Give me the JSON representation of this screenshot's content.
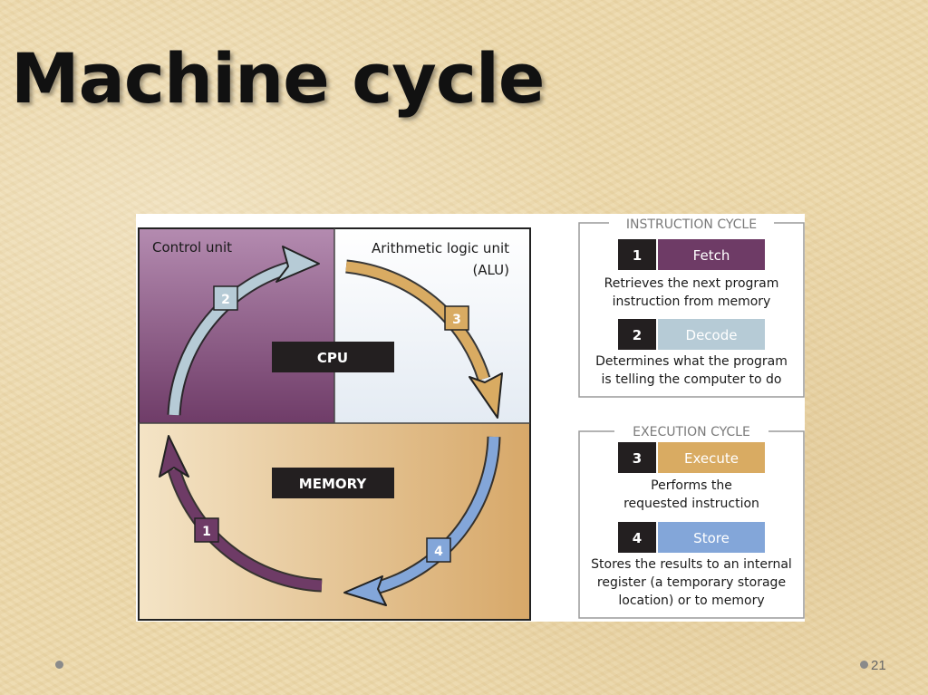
{
  "slide": {
    "title": "Machine cycle",
    "page_number": "21"
  },
  "diagram": {
    "control_unit_label": "Control unit",
    "alu_label_line1": "Arithmetic logic unit",
    "alu_label_line2": "(ALU)",
    "cpu_label": "CPU",
    "memory_label": "MEMORY",
    "step_badges": [
      "1",
      "2",
      "3",
      "4"
    ],
    "colors": {
      "fetch": "#6e3b66",
      "decode": "#b6cbd6",
      "execute": "#d9ab62",
      "store": "#83a6d9",
      "control_bg": "#8e5a87",
      "alu_bg": "#eef3f8",
      "memory_bg": "#e3c08c",
      "label_box": "#231f20"
    }
  },
  "legend": {
    "instruction_cycle": {
      "heading": "INSTRUCTION CYCLE",
      "steps": [
        {
          "number": "1",
          "name": "Fetch",
          "desc_line1": "Retrieves the next program",
          "desc_line2": "instruction from memory"
        },
        {
          "number": "2",
          "name": "Decode",
          "desc_line1": "Determines what the program",
          "desc_line2": "is telling the computer to do"
        }
      ]
    },
    "execution_cycle": {
      "heading": "EXECUTION CYCLE",
      "steps": [
        {
          "number": "3",
          "name": "Execute",
          "desc_line1": "Performs the",
          "desc_line2": "requested instruction"
        },
        {
          "number": "4",
          "name": "Store",
          "desc_line1": "Stores the results to an internal",
          "desc_line2": "register (a temporary storage",
          "desc_line3": "location) or to memory"
        }
      ]
    }
  }
}
